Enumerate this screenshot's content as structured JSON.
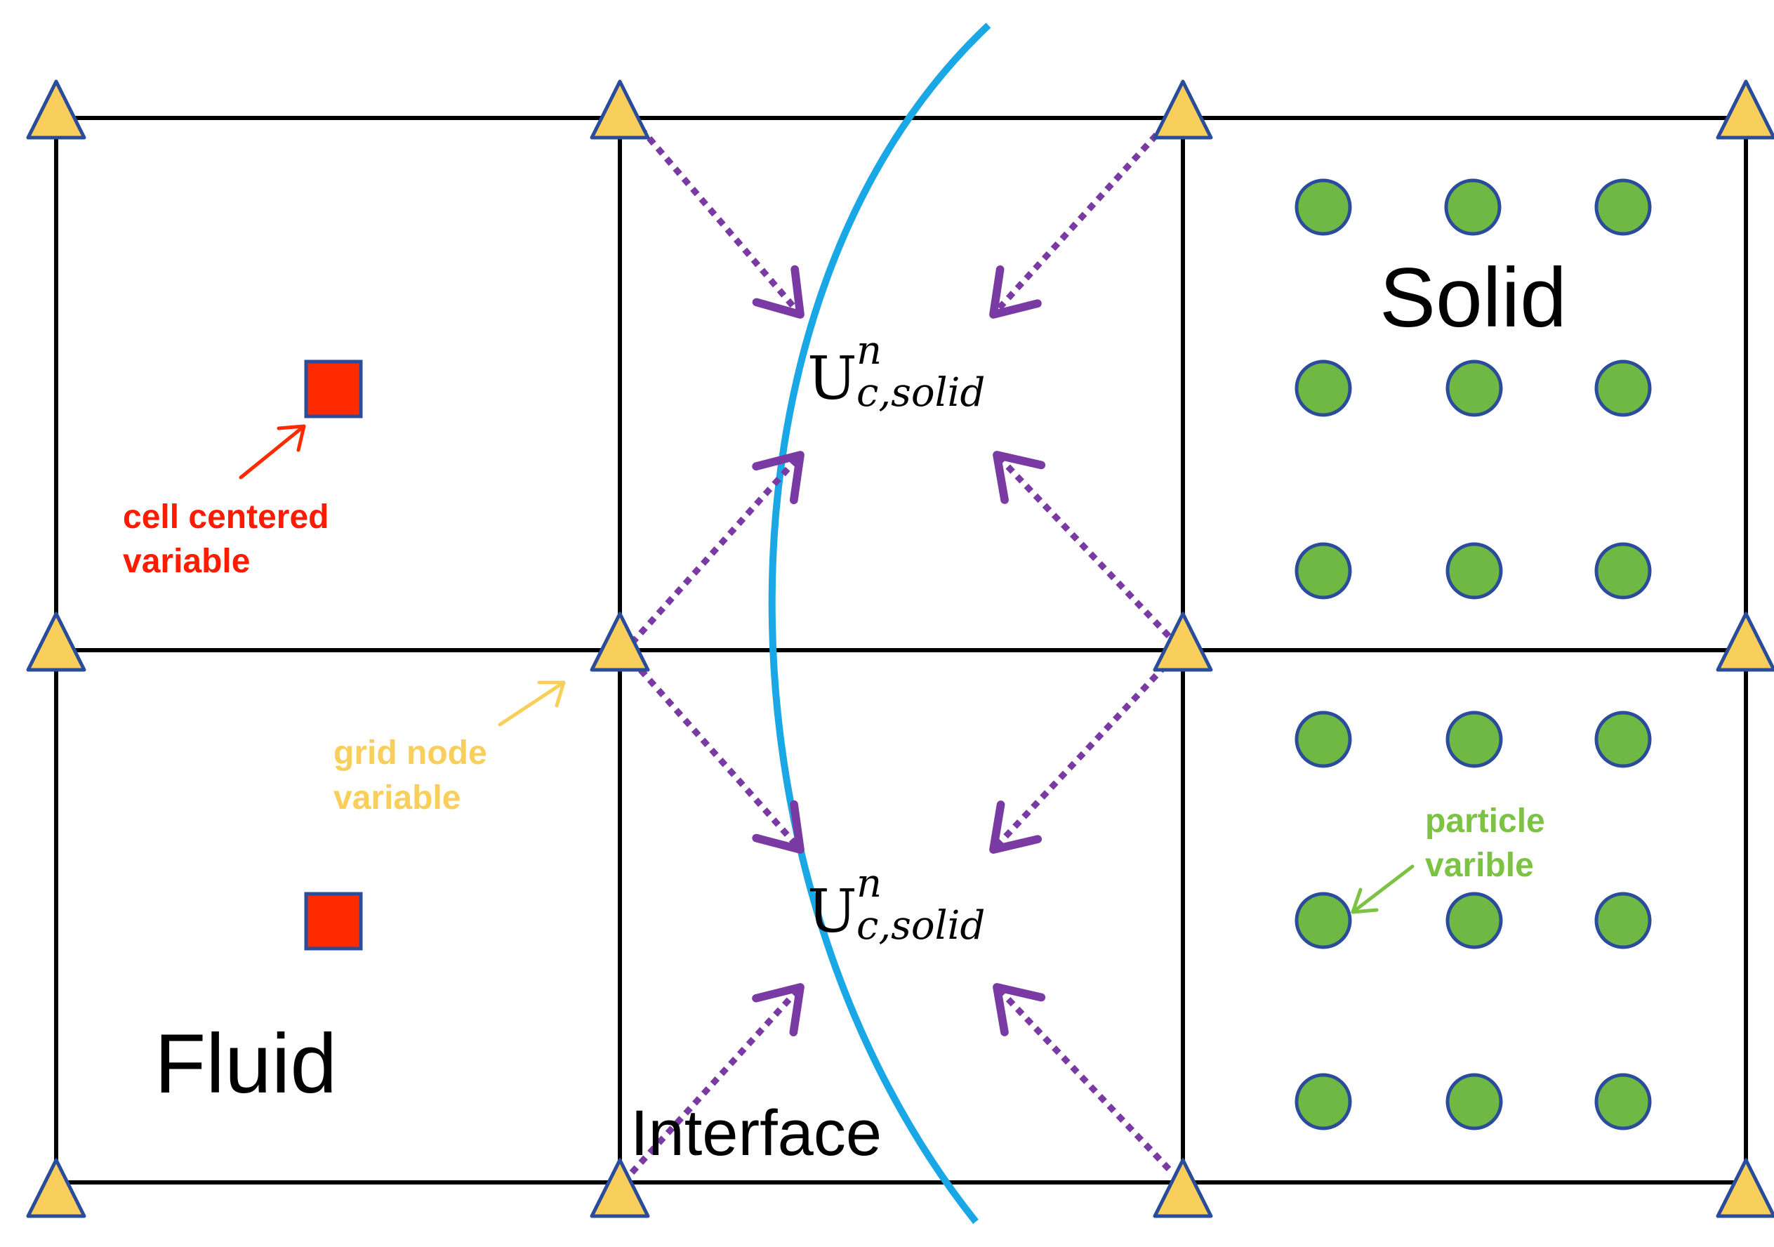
{
  "labels": {
    "fluid": "Fluid",
    "solid": "Solid",
    "interface": "Interface"
  },
  "annotations": {
    "cell_centered": [
      "cell centered",
      "variable"
    ],
    "grid_node": [
      "grid node",
      "variable"
    ],
    "particle": [
      "particle",
      "varible"
    ]
  },
  "math": {
    "upper": {
      "base": "U",
      "sup": "n",
      "sub": "c,solid"
    },
    "lower": {
      "base": "U",
      "sup": "n",
      "sub": "c,solid"
    }
  },
  "colors": {
    "grid": "#000000",
    "node_fill": "#F7CF5A",
    "node_stroke": "#2B4C9B",
    "cell_fill": "#FF2A00",
    "cell_stroke": "#2B4C9B",
    "particle_fill": "#6EB843",
    "particle_stroke": "#2B4C9B",
    "interface": "#1AA7E5",
    "arrow": "#7A3AA3",
    "cell_anno": "#FF1A00",
    "node_anno": "#F7CF5A",
    "particle_anno": "#7CC245"
  }
}
